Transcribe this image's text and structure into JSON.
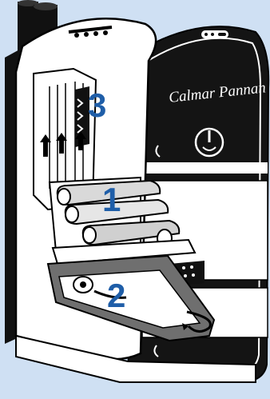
{
  "brand": {
    "name": "Calmar Pannan"
  },
  "callouts": [
    {
      "id": "1",
      "label": "1"
    },
    {
      "id": "2",
      "label": "2"
    },
    {
      "id": "3",
      "label": "3"
    }
  ],
  "colors": {
    "background": "#cfe0f3",
    "outline": "#000000",
    "body": "#ffffff",
    "callout": "#1f5ea8",
    "firebox_shadow": "#6f6f6f",
    "log_tone": "#d9d9d9"
  }
}
